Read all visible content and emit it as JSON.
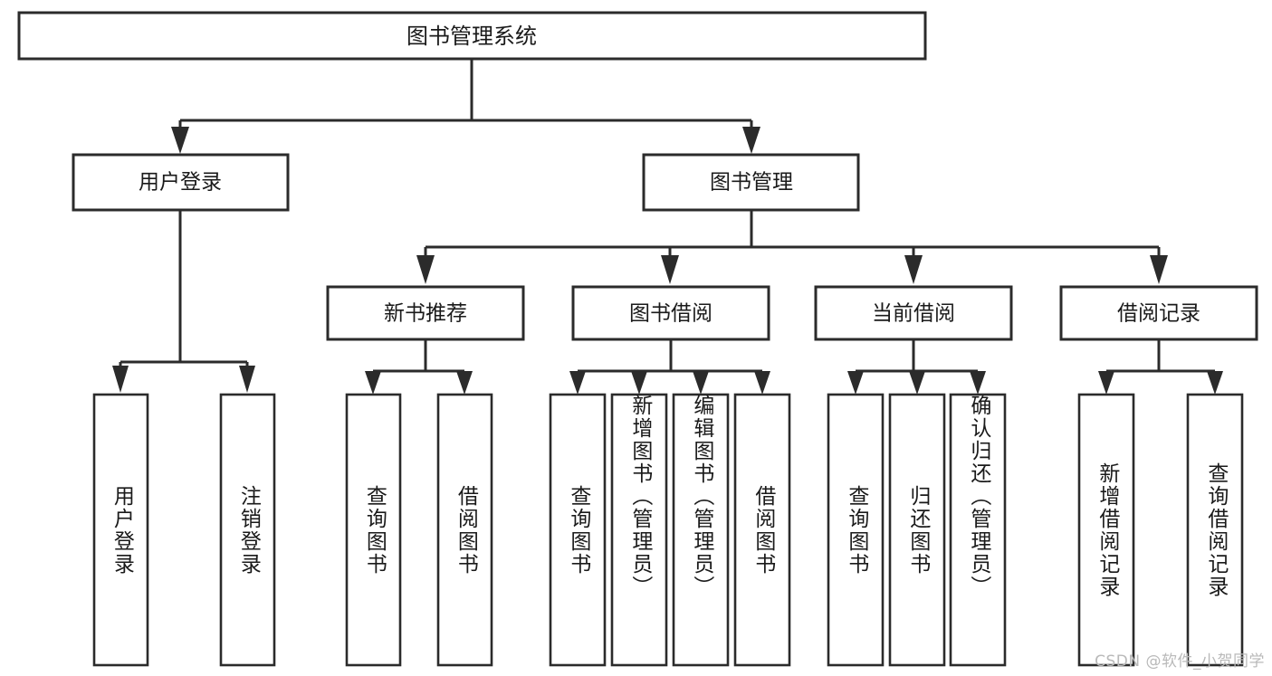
{
  "diagram": {
    "type": "tree-hierarchy",
    "title": "图书管理系统",
    "orientation": "top-down",
    "colors": {
      "box_stroke": "#2b2b2b",
      "box_fill": "#ffffff",
      "connector": "#2b2b2b",
      "text": "#1a1a1a",
      "background": "#ffffff",
      "watermark": "#b9b9b9"
    },
    "root": {
      "id": "root",
      "label": "图书管理系统"
    },
    "level2": [
      {
        "id": "user-login",
        "label": "用户登录"
      },
      {
        "id": "book-manage",
        "label": "图书管理"
      }
    ],
    "level3": [
      {
        "id": "new-book-recommend",
        "label": "新书推荐",
        "parent": "book-manage"
      },
      {
        "id": "book-borrow",
        "label": "图书借阅",
        "parent": "book-manage"
      },
      {
        "id": "current-borrow",
        "label": "当前借阅",
        "parent": "book-manage"
      },
      {
        "id": "borrow-record",
        "label": "借阅记录",
        "parent": "book-manage"
      }
    ],
    "leaves": {
      "user-login": [
        {
          "id": "leaf-user-login",
          "label": "用户登录"
        },
        {
          "id": "leaf-logout",
          "label": "注销登录"
        }
      ],
      "new-book-recommend": [
        {
          "id": "leaf-query-book-1",
          "label": "查询图书"
        },
        {
          "id": "leaf-borrow-book-1",
          "label": "借阅图书"
        }
      ],
      "book-borrow": [
        {
          "id": "leaf-query-book-2",
          "label": "查询图书"
        },
        {
          "id": "leaf-add-book",
          "label": "新增图书（管理员）"
        },
        {
          "id": "leaf-edit-book",
          "label": "编辑图书（管理员）"
        },
        {
          "id": "leaf-borrow-book-2",
          "label": "借阅图书"
        }
      ],
      "current-borrow": [
        {
          "id": "leaf-query-book-3",
          "label": "查询图书"
        },
        {
          "id": "leaf-return-book",
          "label": "归还图书"
        },
        {
          "id": "leaf-confirm-return",
          "label": "确认归还（管理员）"
        }
      ],
      "borrow-record": [
        {
          "id": "leaf-add-record",
          "label": "新增借阅记录"
        },
        {
          "id": "leaf-query-record",
          "label": "查询借阅记录"
        }
      ]
    }
  },
  "watermark": {
    "text": "CSDN @软件_小贺同学"
  }
}
